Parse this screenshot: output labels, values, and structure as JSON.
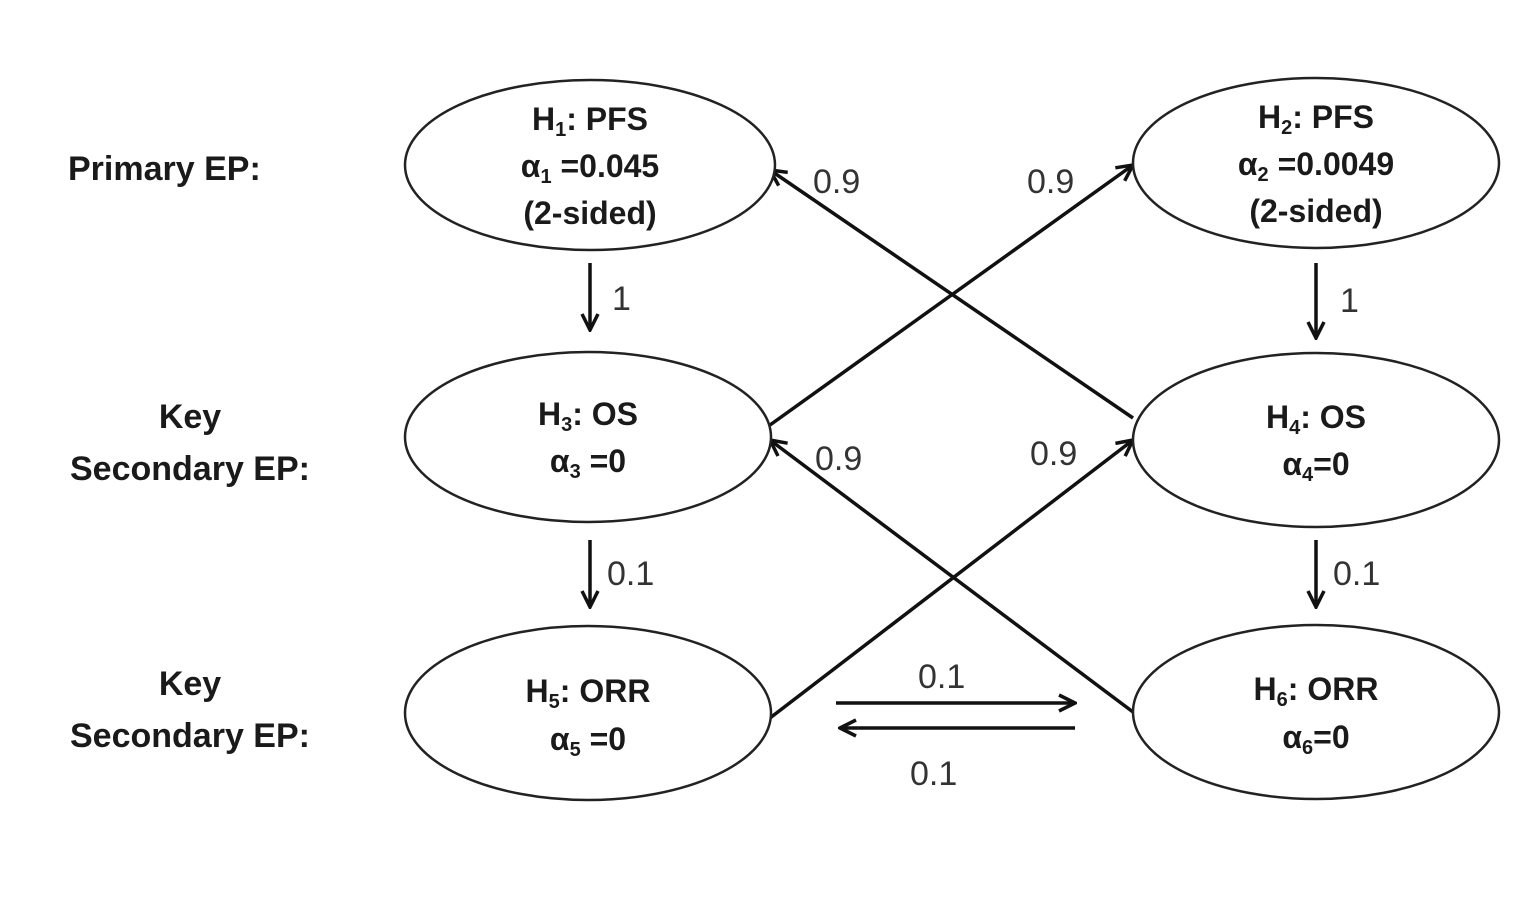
{
  "row_labels": {
    "primary": [
      "Primary EP:"
    ],
    "key_secondary_1": [
      "Key",
      "Secondary EP:"
    ],
    "key_secondary_2": [
      "Key",
      "Secondary EP:"
    ]
  },
  "nodes": {
    "h1": {
      "title": "H",
      "sub": "1",
      "endpoint": ": PFS",
      "alpha": "α",
      "alpha_sub": "1",
      "alpha_value": " =0.045",
      "sided": "(2-sided)"
    },
    "h2": {
      "title": "H",
      "sub": "2",
      "endpoint": ": PFS",
      "alpha": "α",
      "alpha_sub": "2",
      "alpha_value": " =0.0049",
      "sided": "(2-sided)"
    },
    "h3": {
      "title": "H",
      "sub": "3",
      "endpoint": ": OS",
      "alpha": "α",
      "alpha_sub": "3",
      "alpha_value": " =0"
    },
    "h4": {
      "title": "H",
      "sub": "4",
      "endpoint": ": OS",
      "alpha": "α",
      "alpha_sub": "4",
      "alpha_value": "=0"
    },
    "h5": {
      "title": "H",
      "sub": "5",
      "endpoint": ": ORR",
      "alpha": "α",
      "alpha_sub": "5",
      "alpha_value": " =0"
    },
    "h6": {
      "title": "H",
      "sub": "6",
      "endpoint": ": ORR",
      "alpha": "α",
      "alpha_sub": "6",
      "alpha_value": "=0"
    }
  },
  "edges": {
    "h1_to_h3": "1",
    "h2_to_h4": "1",
    "h3_to_h5": "0.1",
    "h4_to_h6": "0.1",
    "h4_to_h1": "0.9",
    "h3_to_h2": "0.9",
    "h6_to_h3": "0.9",
    "h5_to_h4": "0.9",
    "h5_to_h6": "0.1",
    "h6_to_h5": "0.1"
  },
  "colors": {
    "line": "#111111",
    "text": "#1a1a1a",
    "weight_text": "#333333"
  }
}
